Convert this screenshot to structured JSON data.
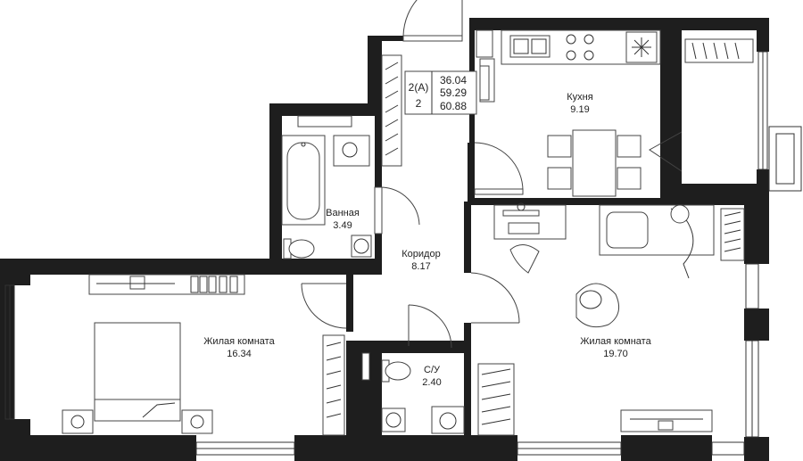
{
  "apartment": {
    "type": "2(А)",
    "rooms_count": "2",
    "areas": [
      "36.04",
      "59.29",
      "60.88"
    ]
  },
  "rooms": [
    {
      "name": "Кухня",
      "area": "9.19"
    },
    {
      "name": "Ванная",
      "area": "3.49"
    },
    {
      "name": "Коридор",
      "area": "8.17"
    },
    {
      "name": "Жилая комната",
      "area": "16.34"
    },
    {
      "name": "С/У",
      "area": "2.40"
    },
    {
      "name": "Жилая комната",
      "area": "19.70"
    }
  ],
  "colors": {
    "wall": "#1e1e1e",
    "line": "#444444",
    "background": "#ffffff"
  }
}
